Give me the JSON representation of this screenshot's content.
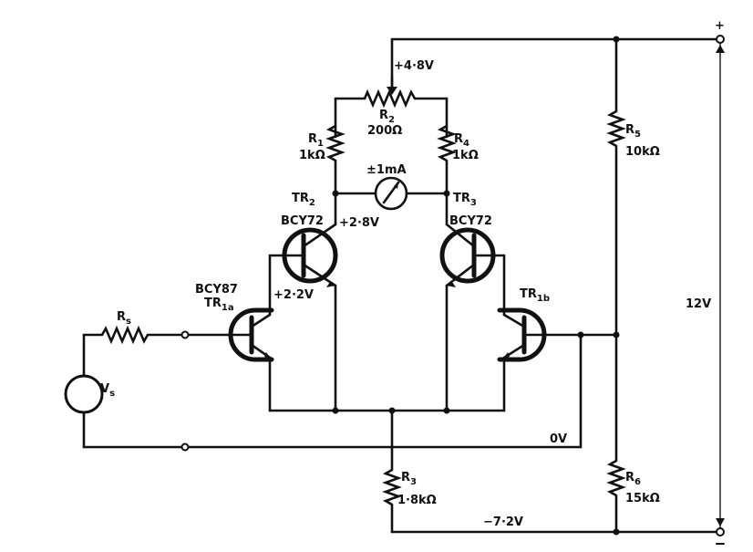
{
  "components": {
    "r1": {
      "name": "R",
      "sub": "1",
      "value": "1kΩ"
    },
    "r2": {
      "name": "R",
      "sub": "2",
      "value": "200Ω"
    },
    "r3": {
      "name": "R",
      "sub": "3",
      "value": "1·8kΩ"
    },
    "r4": {
      "name": "R",
      "sub": "4",
      "value": "1kΩ"
    },
    "r5": {
      "name": "R",
      "sub": "5",
      "value": "10kΩ"
    },
    "r6": {
      "name": "R",
      "sub": "6",
      "value": "15kΩ"
    },
    "rs": {
      "name": "R",
      "sub": "s"
    },
    "vs": {
      "name": "V",
      "sub": "s"
    },
    "tr2": {
      "name": "TR",
      "sub": "2",
      "type": "BCY72"
    },
    "tr3": {
      "name": "TR",
      "sub": "3",
      "type": "BCY72"
    },
    "tr1a": {
      "name": "TR",
      "sub": "1a",
      "type": "BCY87"
    },
    "tr1b": {
      "name": "TR",
      "sub": "1b"
    },
    "meter": {
      "label": "±1mA"
    }
  },
  "voltages": {
    "top": "+4·8V",
    "tr2_collector": "+2·8V",
    "tr1a_collector": "+2·2V",
    "ground": "0V",
    "bottom": "−7·2V",
    "supply": "12V",
    "plus": "+",
    "minus": "−"
  }
}
